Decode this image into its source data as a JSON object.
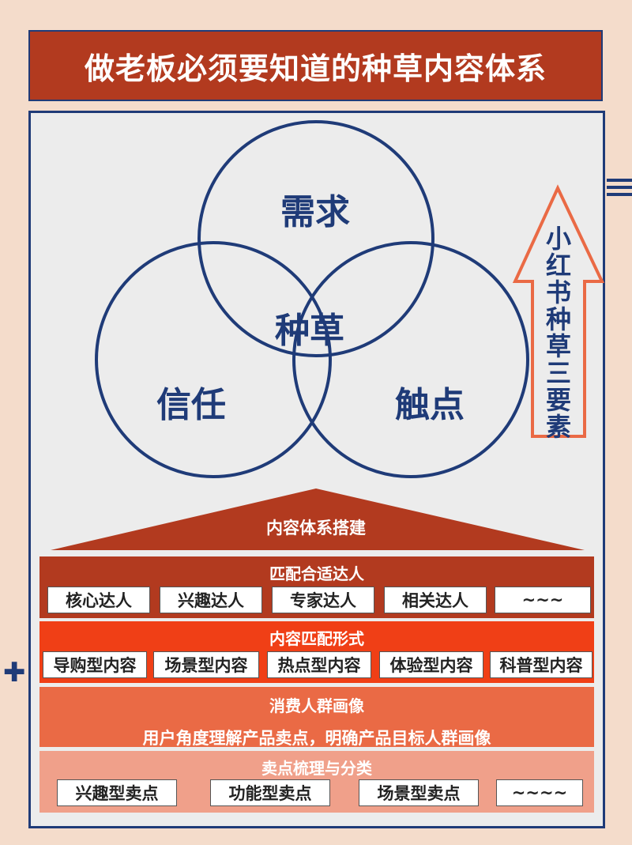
{
  "title": "做老板必须要知道的种草内容体系",
  "venn": {
    "top": "需求",
    "left": "信任",
    "right": "触点",
    "center": "种草"
  },
  "side_arrow": "小红书种草三要素",
  "roof": "内容体系搭建",
  "sections": [
    {
      "title": "匹配合适达人",
      "chips": [
        "核心达人",
        "兴趣达人",
        "专家达人",
        "相关达人",
        "~~~"
      ]
    },
    {
      "title": "内容匹配形式",
      "chips": [
        "导购型内容",
        "场景型内容",
        "热点型内容",
        "体验型内容",
        "科普型内容"
      ]
    },
    {
      "title": "消费人群画像",
      "subtitle": "用户角度理解产品卖点，明确产品目标人群画像"
    },
    {
      "title": "卖点梳理与分类",
      "chips": [
        "兴趣型卖点",
        "功能型卖点",
        "场景型卖点",
        "~~~~"
      ]
    }
  ],
  "colors": {
    "navy": "#1f3b78",
    "brick": "#b23a1f",
    "orange_red": "#f03f16",
    "coral": "#ea6a45",
    "salmon": "#f0a08a",
    "background": "#f4dccb"
  },
  "icons": {
    "arrow": "up-arrow-icon",
    "cross": "cross-icon",
    "lines": "triple-lines-icon"
  }
}
